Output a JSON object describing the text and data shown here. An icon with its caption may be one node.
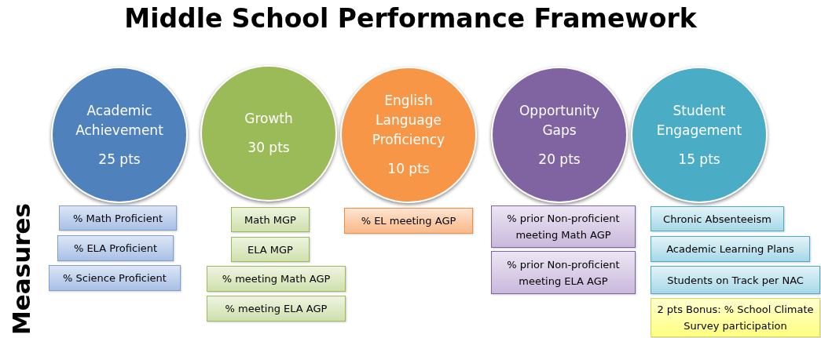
{
  "diagram": {
    "title": "Middle School Performance Framework",
    "nodes": [
      {
        "text": [
          "Academic Achievement",
          "25 pts"
        ]
      },
      {
        "text": [
          "Growth",
          "30 pts"
        ]
      },
      {
        "text": [
          "English Language Proficiency",
          "10 pts"
        ]
      },
      {
        "text": [
          "Opportunity Gaps",
          "20 pts"
        ]
      },
      {
        "text": [
          "Student Engagement",
          "15 pts"
        ]
      },
      {
        "text": [
          "% Math Proficient"
        ]
      },
      {
        "text": [
          "% ELA Proficient"
        ]
      },
      {
        "text": [
          "% Science Proficient"
        ]
      },
      {
        "text": [
          "Math MGP"
        ]
      },
      {
        "text": [
          "ELA MGP"
        ]
      },
      {
        "text": [
          "% meeting Math AGP"
        ]
      },
      {
        "text": [
          "% meeting ELA AGP"
        ]
      },
      {
        "text": [
          "% EL meeting AGP"
        ]
      },
      {
        "text": [
          "% prior Non-proficient meeting Math AGP"
        ]
      },
      {
        "text": [
          "% prior Non-proficient meeting ELA AGP"
        ]
      },
      {
        "text": [
          "Chronic Absenteeism"
        ]
      },
      {
        "text": [
          "Academic Learning Plans"
        ]
      },
      {
        "text": [
          "Students on Track per NAC"
        ]
      },
      {
        "text": [
          "2 pts Bonus: % School Climate Survey participation"
        ]
      }
    ],
    "labels": [
      "Measures"
    ]
  }
}
